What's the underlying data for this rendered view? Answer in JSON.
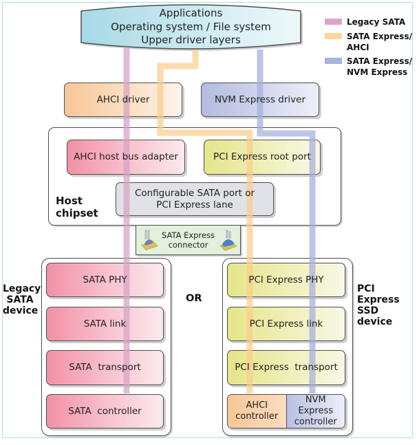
{
  "top_layer": {
    "lines": [
      "Applications",
      "Operating system / File system",
      "Upper driver layers"
    ]
  },
  "legend": [
    {
      "lines": [
        "Legacy SATA"
      ],
      "color": "#d9a6c6"
    },
    {
      "lines": [
        "SATA Express/",
        "AHCI"
      ],
      "color": "#fcd59a"
    },
    {
      "lines": [
        "SATA Express/",
        "NVM Express"
      ],
      "color": "#a8b4dc"
    }
  ],
  "drivers": {
    "ahci": "AHCI driver",
    "nvm": "NVM Express driver"
  },
  "host_chipset": {
    "label_lines": [
      "Host",
      "chipset"
    ],
    "ahci_hba": "AHCI host bus adapter",
    "pcie_root_port": "PCI Express root port",
    "configurable_lines": [
      "Configurable SATA port or",
      "PCI Express lane"
    ]
  },
  "connector": {
    "lines": [
      "SATA Express",
      "connector"
    ]
  },
  "or_label": "OR",
  "legacy_device": {
    "label_lines": [
      "Legacy",
      "SATA",
      "device"
    ],
    "layers": [
      "SATA PHY",
      "SATA link",
      "SATA  transport",
      "SATA  controller"
    ]
  },
  "pcie_device": {
    "label_lines": [
      "PCI Express",
      "SSD",
      "device"
    ],
    "layers": [
      "PCI Express PHY",
      "PCI Express link",
      "PCI Express  transport"
    ],
    "controllers": [
      {
        "lines": [
          "AHCI",
          "controller"
        ]
      },
      {
        "lines": [
          "NVM Express",
          "controller"
        ]
      }
    ]
  },
  "colors": {
    "legacy_sata_path": "#d7a2c4",
    "ahci_path": "#fbcd8c",
    "nvme_path": "#a3afdc",
    "frame": "#a9dcec"
  }
}
